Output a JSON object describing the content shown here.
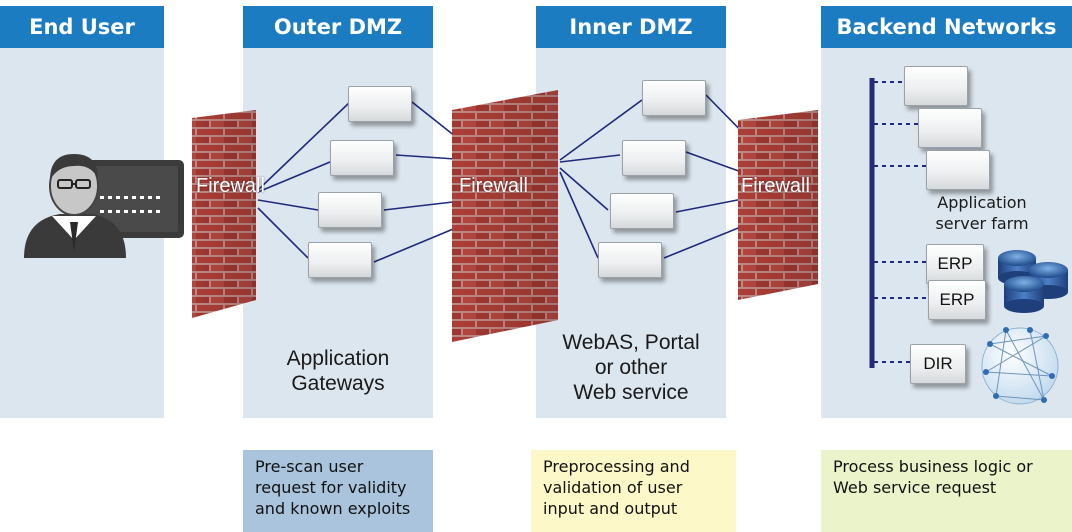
{
  "zones": {
    "end_user": "End User",
    "outer_dmz": "Outer DMZ",
    "inner_dmz": "Inner DMZ",
    "backend": "Backend Networks"
  },
  "firewalls": [
    "Firewall",
    "Firewall",
    "Firewall"
  ],
  "captions": {
    "outer_dmz": "Application\nGateways",
    "inner_dmz": "WebAS, Portal\nor other\nWeb service",
    "server_farm": "Application\nserver farm"
  },
  "backend_servers": {
    "erp_1": "ERP",
    "erp_2": "ERP",
    "dir": "DIR"
  },
  "notes": {
    "outer_dmz": "Pre-scan user request for validity and known exploits",
    "inner_dmz": "Preprocessing and validation of user input and output",
    "backend": "Process business logic or Web service request"
  },
  "colors": {
    "header": "#1c7cc2",
    "zone_bg": "#dce6ef",
    "brick": "#b5413a",
    "line": "#1f2b7a",
    "note_outer": "#a9c4dc",
    "note_inner": "#fdf8c8",
    "note_backend": "#eaf3c9"
  },
  "icons": [
    "user-at-terminal-icon",
    "brick-firewall-icon",
    "server-icon",
    "database-icon",
    "network-globe-icon"
  ]
}
